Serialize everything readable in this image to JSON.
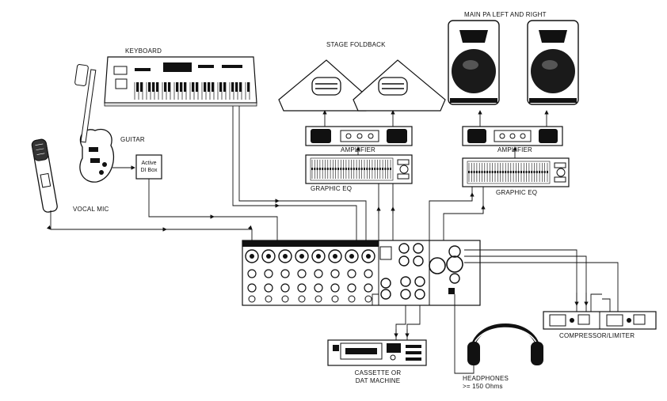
{
  "labels": {
    "keyboard": "KEYBOARD",
    "guitar": "GUITAR",
    "vocal_mic": "VOCAL MIC",
    "di_box": "Active\nDI Box",
    "stage_foldback": "STAGE FOLDBACK",
    "main_pa": "MAIN PA LEFT AND RIGHT",
    "amplifier_left": "AMPLIFIER",
    "amplifier_right": "AMPLIFIER",
    "graphic_eq_left": "GRAPHIC EQ",
    "graphic_eq_right": "GRAPHIC EQ",
    "compressor": "COMPRESSOR/LIMITER",
    "cassette_line1": "CASSETTE OR",
    "cassette_line2": "DAT MACHINE",
    "headphones_line1": "HEADPHONES",
    "headphones_line2": ">= 150 Ohms"
  },
  "colors": {
    "ink": "#111111",
    "speaker_fill": "#1a1a1a",
    "paper": "#ffffff"
  }
}
